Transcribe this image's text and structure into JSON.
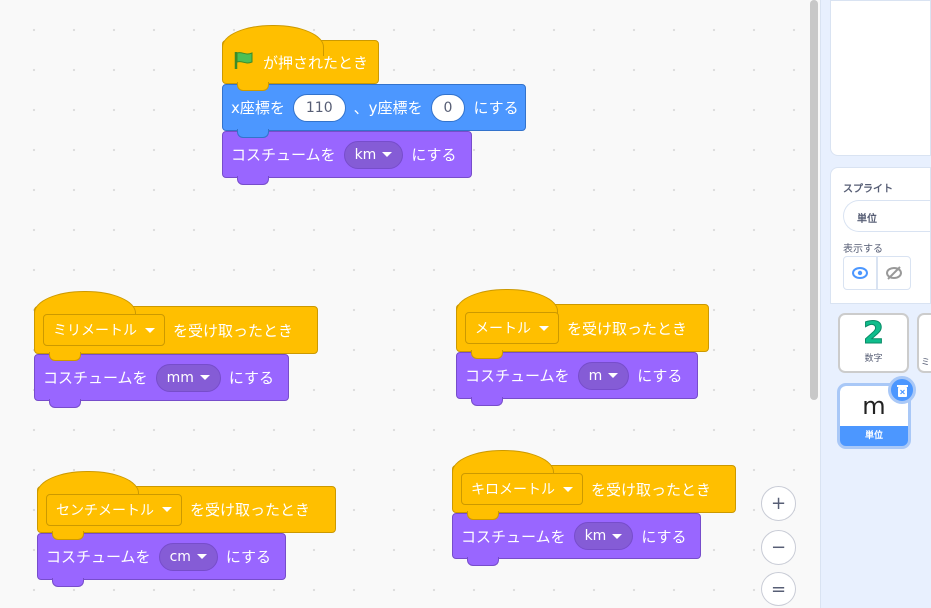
{
  "scripts": [
    {
      "hat": "が押されたとき",
      "hat_icon": "green-flag-icon",
      "motion": {
        "x_label": "x座標を",
        "x": "110",
        "sep": "、y座標を",
        "y": "0",
        "suffix": "にする"
      },
      "looks": {
        "prefix": "コスチュームを",
        "costume": "km",
        "suffix": "にする"
      }
    },
    {
      "hat_message": "ミリメートル",
      "hat_suffix": "を受け取ったとき",
      "looks": {
        "prefix": "コスチュームを",
        "costume": "mm",
        "suffix": "にする"
      }
    },
    {
      "hat_message": "メートル",
      "hat_suffix": "を受け取ったとき",
      "looks": {
        "prefix": "コスチュームを",
        "costume": "m",
        "suffix": "にする"
      }
    },
    {
      "hat_message": "センチメートル",
      "hat_suffix": "を受け取ったとき",
      "looks": {
        "prefix": "コスチュームを",
        "costume": "cm",
        "suffix": "にする"
      }
    },
    {
      "hat_message": "キロメートル",
      "hat_suffix": "を受け取ったとき",
      "looks": {
        "prefix": "コスチュームを",
        "costume": "km",
        "suffix": "にする"
      }
    }
  ],
  "zoom": {
    "in": "+",
    "out": "−",
    "reset": "="
  },
  "sprite_info": {
    "label": "スプライト",
    "name": "単位",
    "show_label": "表示する"
  },
  "sprites": [
    {
      "name": "数字",
      "thumb": "2"
    },
    {
      "name": "ミ",
      "thumb": ""
    },
    {
      "name": "単位",
      "thumb": "m",
      "selected": true
    }
  ],
  "colors": {
    "events": "#ffbf00",
    "motion": "#4c97ff",
    "looks": "#9966ff",
    "accent": "#4c97ff",
    "digit": "#0fbd8c"
  }
}
